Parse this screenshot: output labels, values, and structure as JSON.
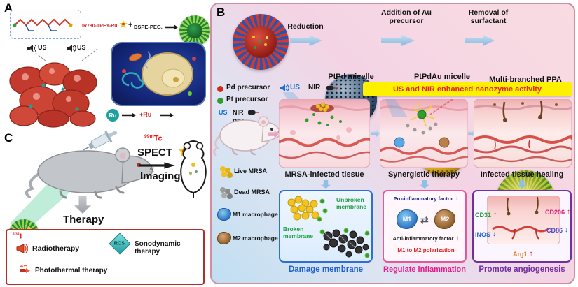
{
  "palette": {
    "banner_bg": "#fdf000",
    "banner_text": "#e8221e",
    "damage_accent": "#1e5fd0",
    "inflammation_accent": "#ea1889",
    "angiogenesis_accent": "#7030a0",
    "therapy_box_border": "#b03028",
    "pd_precursor_color": "#d42a1e",
    "pt_precursor_color": "#2f9e2f"
  },
  "panel_a": {
    "label": "A",
    "compound": "IR780-TPEY-Ru",
    "plus": "+",
    "dspe": "DSPE-PEG.",
    "us_left": "US",
    "us_right": "US",
    "ru": "Ru",
    "plus_ru": "+Ru"
  },
  "panel_c": {
    "label": "C",
    "tc_sup": "99m",
    "tc_base": "Tc",
    "spect": "SPECT",
    "imaging": "Imaging",
    "therapy": "Therapy",
    "i_sup": "131",
    "i_base": "I",
    "radiotherapy": "Radiotherapy",
    "ros": "ROS",
    "sonodynamic": "Sonodynamic therapy",
    "photothermal": "Photothermal therapy"
  },
  "panel_b": {
    "label": "B",
    "step_arrows": {
      "reduction": "Reduction",
      "addition": "Addition of Au precursor",
      "removal": "Removal of surfactant"
    },
    "sphere_labels": {
      "ptpd": "PtPd micelle",
      "ptpdau": "PtPdAu micelle",
      "ppa": "Multi-branched PPA"
    },
    "precursor_legend": [
      {
        "label": "Pd precursor",
        "color": "#d42a1e"
      },
      {
        "label": "Pt precursor",
        "color": "#2f9e2f"
      }
    ],
    "us_top": "US",
    "nir_top": "NIR",
    "us_mouse": "US",
    "nir_mouse": "NIR",
    "ppa_mouse": "PPA",
    "banner": "US and NIR enhanced nanozyme activity",
    "tissue_captions": [
      "MRSA-infected tissue",
      "Synergistic therapy",
      "Infected tissue healing"
    ],
    "cell_legend": [
      "Live MRSA",
      "Dead MRSA",
      "M1 macrophage",
      "M2 macrophage"
    ],
    "damage_box": {
      "unbroken": "Unbroken membrane",
      "broken": "Broken membrane",
      "caption": "Damage membrane"
    },
    "inflammation_box": {
      "pro": "Pro-inflammatory factor",
      "pro_arrow": "↓",
      "m1": "M1",
      "m2": "M2",
      "exchange_arrow": "⇄",
      "anti": "Anti-inflammatory factor",
      "anti_arrow": "↑",
      "polarization": "M1 to M2 polarization",
      "caption": "Regulate inflammation"
    },
    "angiogenesis_box": {
      "cd31": "CD31",
      "cd31_arrow": "↑",
      "inos": "iNOS",
      "inos_arrow": "↓",
      "cd206": "CD206",
      "cd206_arrow": "↑",
      "cd86": "CD86",
      "cd86_arrow": "↓",
      "arg1": "Arg1",
      "arg1_arrow": "↑",
      "caption": "Promote angiogenesis"
    }
  }
}
